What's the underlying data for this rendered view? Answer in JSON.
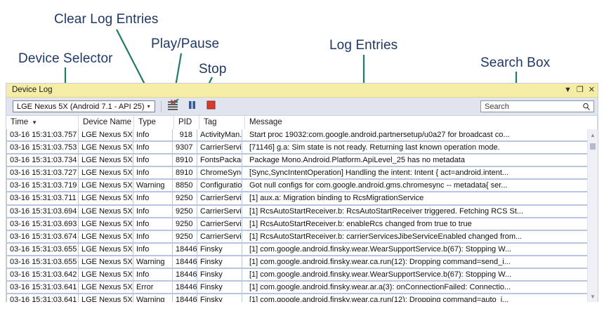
{
  "annotations": [
    {
      "name": "device-selector",
      "label": "Device Selector"
    },
    {
      "name": "clear-log-entries",
      "label": "Clear Log Entries"
    },
    {
      "name": "play-pause",
      "label": "Play/Pause"
    },
    {
      "name": "stop",
      "label": "Stop"
    },
    {
      "name": "log-entries",
      "label": "Log Entries"
    },
    {
      "name": "search-box",
      "label": "Search Box"
    }
  ],
  "colors": {
    "annotation_text": "#1f3864",
    "leader_line": "#1f7a66",
    "titlebar_bg": "#f5eda5",
    "toolbar_bg": "#dfe4ee",
    "row_border": "#b9c6df",
    "stop_icon": "#d93a2b",
    "pause_icon": "#2e5c9a"
  },
  "window": {
    "title": "Device Log",
    "buttons": {
      "dropdown": "▼",
      "maximize": "❐",
      "close": "✕"
    },
    "icon_names": {
      "dropdown": "chevron-down-icon",
      "maximize": "maximize-icon",
      "close": "close-icon"
    }
  },
  "toolbar": {
    "device": {
      "value": "LGE Nexus 5X (Android 7.1 - API 25)",
      "caret": "▾"
    },
    "buttons": [
      {
        "name": "clear-log-button",
        "icon": "clear-log-icon",
        "tooltip": "Clear Log Entries"
      },
      {
        "name": "play-pause-button",
        "icon": "pause-icon",
        "tooltip": "Play/Pause"
      },
      {
        "name": "stop-button",
        "icon": "stop-icon",
        "tooltip": "Stop"
      }
    ],
    "search": {
      "placeholder": "Search",
      "value": "",
      "icon": "search-icon"
    }
  },
  "grid": {
    "columns": [
      {
        "key": "time",
        "label": "Time",
        "sorted": true,
        "sort_arrow": "▼"
      },
      {
        "key": "device",
        "label": "Device Name",
        "sorted": false
      },
      {
        "key": "type",
        "label": "Type",
        "sorted": false
      },
      {
        "key": "pid",
        "label": "PID",
        "sorted": false
      },
      {
        "key": "tag",
        "label": "Tag",
        "sorted": false
      },
      {
        "key": "message",
        "label": "Message",
        "sorted": false
      }
    ],
    "rows": [
      {
        "time": "03-16 15:31:03.757",
        "device": "LGE Nexus 5X",
        "type": "Info",
        "pid": "918",
        "tag": "ActivityMan...",
        "message": "Start proc 19032:com.google.android.partnersetup/u0a27 for broadcast co..."
      },
      {
        "time": "03-16 15:31:03.753",
        "device": "LGE Nexus 5X",
        "type": "Info",
        "pid": "9307",
        "tag": "CarrierServices",
        "message": "[71146] g.a: Sim state is not ready. Returning last known operation mode."
      },
      {
        "time": "03-16 15:31:03.734",
        "device": "LGE Nexus 5X",
        "type": "Info",
        "pid": "8910",
        "tag": "FontsPackag...",
        "message": "Package Mono.Android.Platform.ApiLevel_25 has no metadata"
      },
      {
        "time": "03-16 15:31:03.727",
        "device": "LGE Nexus 5X",
        "type": "Info",
        "pid": "8910",
        "tag": "ChromeSync",
        "message": "[Sync,SyncIntentOperation] Handling the intent: Intent { act=android.intent..."
      },
      {
        "time": "03-16 15:31:03.719",
        "device": "LGE Nexus 5X",
        "type": "Warning",
        "pid": "8850",
        "tag": "Configuratio...",
        "message": "Got null configs for com.google.android.gms.chromesync -- metadata{ ser..."
      },
      {
        "time": "03-16 15:31:03.711",
        "device": "LGE Nexus 5X",
        "type": "Info",
        "pid": "9250",
        "tag": "CarrierServices",
        "message": "[1] aux.a: Migration binding to RcsMigrationService"
      },
      {
        "time": "03-16 15:31:03.694",
        "device": "LGE Nexus 5X",
        "type": "Info",
        "pid": "9250",
        "tag": "CarrierServices",
        "message": "[1] RcsAutoStartReceiver.b: RcsAutoStartReceiver triggered. Fetching RCS St..."
      },
      {
        "time": "03-16 15:31:03.693",
        "device": "LGE Nexus 5X",
        "type": "Info",
        "pid": "9250",
        "tag": "CarrierServices",
        "message": "[1] RcsAutoStartReceiver.b: enableRcs changed from true to true"
      },
      {
        "time": "03-16 15:31:03.674",
        "device": "LGE Nexus 5X",
        "type": "Info",
        "pid": "9250",
        "tag": "CarrierServices",
        "message": "[1] RcsAutoStartReceiver.b: carrierServicesJibeServiceEnabled changed from..."
      },
      {
        "time": "03-16 15:31:03.655",
        "device": "LGE Nexus 5X",
        "type": "Info",
        "pid": "18446",
        "tag": "Finsky",
        "message": "[1] com.google.android.finsky.wear.WearSupportService.b(67): Stopping W..."
      },
      {
        "time": "03-16 15:31:03.655",
        "device": "LGE Nexus 5X",
        "type": "Warning",
        "pid": "18446",
        "tag": "Finsky",
        "message": "[1] com.google.android.finsky.wear.ca.run(12): Dropping command=send_i..."
      },
      {
        "time": "03-16 15:31:03.642",
        "device": "LGE Nexus 5X",
        "type": "Info",
        "pid": "18446",
        "tag": "Finsky",
        "message": "[1] com.google.android.finsky.wear.WearSupportService.b(67): Stopping W..."
      },
      {
        "time": "03-16 15:31:03.641",
        "device": "LGE Nexus 5X",
        "type": "Error",
        "pid": "18446",
        "tag": "Finsky",
        "message": "[1] com.google.android.finsky.wear.ar.a(3): onConnectionFailed: Connectio..."
      },
      {
        "time": "03-16 15:31:03.641",
        "device": "LGE Nexus 5X",
        "type": "Warning",
        "pid": "18446",
        "tag": "Finsky",
        "message": "[1] com.google.android.finsky.wear.ca.run(12): Dropping command=auto_i..."
      }
    ]
  },
  "scrollbar": {
    "up_arrow": "▲",
    "down_arrow": "▼"
  }
}
